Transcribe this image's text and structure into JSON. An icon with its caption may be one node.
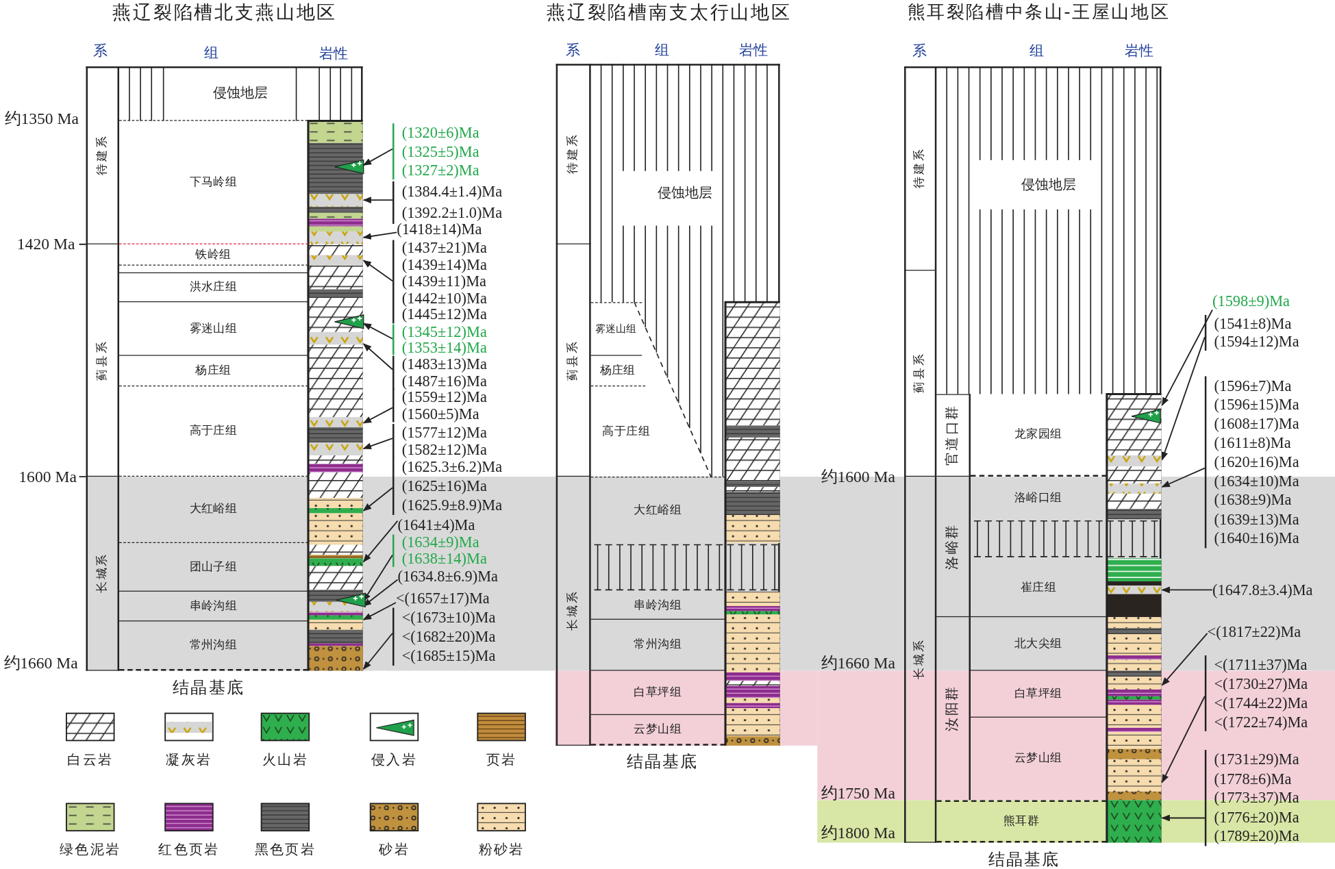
{
  "diagram": {
    "nodes": [
      {
        "text": [
          "燕辽裂陷槽北支燕山地区"
        ]
      },
      {
        "text": [
          "待建系"
        ],
        "in": 0
      },
      {
        "text": [
          "蓟县系"
        ],
        "in": 0
      },
      {
        "text": [
          "长城系"
        ],
        "in": 0
      },
      {
        "text": [
          "侵蚀地层"
        ],
        "in": 0
      },
      {
        "text": [
          "下马岭组"
        ],
        "in": 0
      },
      {
        "text": [
          "铁岭组"
        ],
        "in": 0
      },
      {
        "text": [
          "洪水庄组"
        ],
        "in": 0
      },
      {
        "text": [
          "雾迷山组"
        ],
        "in": 0
      },
      {
        "text": [
          "杨庄组"
        ],
        "in": 0
      },
      {
        "text": [
          "高于庄组"
        ],
        "in": 0
      },
      {
        "text": [
          "大红峪组"
        ],
        "in": 0
      },
      {
        "text": [
          "团山子组"
        ],
        "in": 0
      },
      {
        "text": [
          "串岭沟组"
        ],
        "in": 0
      },
      {
        "text": [
          "常州沟组"
        ],
        "in": 0
      },
      {
        "text": [
          "(1320±6)Ma",
          "(1325±5)Ma",
          "(1327±2)Ma"
        ]
      },
      {
        "text": [
          "(1384.4±1.4)Ma",
          "(1392.2±1.0)Ma"
        ]
      },
      {
        "text": [
          "(1418±14)Ma"
        ]
      },
      {
        "text": [
          "(1437±21)Ma",
          "(1439±14)Ma",
          "(1439±11)Ma",
          "(1442±10)Ma",
          "(1445±12)Ma"
        ]
      },
      {
        "text": [
          "(1345±12)Ma",
          "(1353±14)Ma"
        ]
      },
      {
        "text": [
          "(1483±13)Ma",
          "(1487±16)Ma"
        ]
      },
      {
        "text": [
          "(1559±12)Ma",
          "(1560±5)Ma"
        ]
      },
      {
        "text": [
          "(1577±12)Ma",
          "(1582±12)Ma"
        ]
      },
      {
        "text": [
          "(1625.3±6.2)Ma",
          "(1625±16)Ma",
          "(1625.9±8.9)Ma"
        ]
      },
      {
        "text": [
          "(1641±4)Ma"
        ]
      },
      {
        "text": [
          "(1634±9)Ma",
          "(1638±14)Ma"
        ]
      },
      {
        "text": [
          "(1634.8±6.9)Ma"
        ]
      },
      {
        "text": [
          "<(1657±17)Ma"
        ]
      },
      {
        "text": [
          "<(1673±10)Ma",
          "<(1682±20)Ma",
          "<(1685±15)Ma"
        ]
      },
      {
        "text": [
          "燕辽裂陷槽南支太行山地区"
        ]
      },
      {
        "text": [
          "待建系"
        ],
        "in": 29
      },
      {
        "text": [
          "蓟县系"
        ],
        "in": 29
      },
      {
        "text": [
          "长城系"
        ],
        "in": 29
      },
      {
        "text": [
          "侵蚀地层"
        ],
        "in": 29
      },
      {
        "text": [
          "雾迷山组"
        ],
        "in": 29
      },
      {
        "text": [
          "杨庄组"
        ],
        "in": 29
      },
      {
        "text": [
          "高于庄组"
        ],
        "in": 29
      },
      {
        "text": [
          "大红峪组"
        ],
        "in": 29
      },
      {
        "text": [
          "串岭沟组"
        ],
        "in": 29
      },
      {
        "text": [
          "常州沟组"
        ],
        "in": 29
      },
      {
        "text": [
          "白草坪组"
        ],
        "in": 29
      },
      {
        "text": [
          "云梦山组"
        ],
        "in": 29
      },
      {
        "text": [
          "熊耳裂陷槽中条山-王屋山地区"
        ]
      },
      {
        "text": [
          "待建系"
        ],
        "in": 42
      },
      {
        "text": [
          "蓟县系"
        ],
        "in": 42
      },
      {
        "text": [
          "长城系"
        ],
        "in": 42
      },
      {
        "text": [
          "侵蚀地层"
        ],
        "in": 42
      },
      {
        "text": [
          "官道口群"
        ],
        "in": 42
      },
      {
        "text": [
          "洛峪群"
        ],
        "in": 42
      },
      {
        "text": [
          "汝阳群"
        ],
        "in": 42
      },
      {
        "text": [
          "龙家园组"
        ],
        "in": 42
      },
      {
        "text": [
          "洛峪口组"
        ],
        "in": 42
      },
      {
        "text": [
          "崔庄组"
        ],
        "in": 42
      },
      {
        "text": [
          "北大尖组"
        ],
        "in": 42
      },
      {
        "text": [
          "白草坪组"
        ],
        "in": 42
      },
      {
        "text": [
          "云梦山组"
        ],
        "in": 42
      },
      {
        "text": [
          "熊耳群"
        ],
        "in": 42
      },
      {
        "text": [
          "(1598±9)Ma"
        ]
      },
      {
        "text": [
          "(1541±8)Ma",
          "(1594±12)Ma"
        ]
      },
      {
        "text": [
          "(1596±7)Ma",
          "(1596±15)Ma",
          "(1608±17)Ma",
          "(1611±8)Ma",
          "(1620±16)Ma",
          "(1634±10)Ma",
          "(1638±9)Ma",
          "(1639±13)Ma",
          "(1640±16)Ma"
        ]
      },
      {
        "text": [
          "(1647.8±3.4)Ma"
        ]
      },
      {
        "text": [
          "<(1817±22)Ma"
        ]
      },
      {
        "text": [
          "<(1711±37)Ma",
          "<(1730±27)Ma",
          "<(1744±22)Ma",
          "<(1722±74)Ma"
        ]
      },
      {
        "text": [
          "(1731±29)Ma",
          "(1778±6)Ma",
          "(1773±37)Ma",
          "(1776±20)Ma",
          "(1789±20)Ma"
        ]
      },
      {
        "text": [],
        "shape": "bar",
        "in": 0
      },
      {
        "text": [],
        "shape": "bar",
        "in": 29
      },
      {
        "text": [],
        "shape": "bar",
        "in": 42
      }
    ],
    "edges": [
      {
        "from": 15,
        "to": 64,
        "arrow": "to"
      },
      {
        "from": 16,
        "to": 64,
        "arrow": "to"
      },
      {
        "from": 17,
        "to": 64,
        "arrow": "to"
      },
      {
        "from": 18,
        "to": 64,
        "arrow": "to"
      },
      {
        "from": 19,
        "to": 64,
        "arrow": "to"
      },
      {
        "from": 20,
        "to": 64,
        "arrow": "to"
      },
      {
        "from": 21,
        "to": 64,
        "arrow": "to"
      },
      {
        "from": 22,
        "to": 64,
        "arrow": "to"
      },
      {
        "from": 23,
        "to": 64,
        "arrow": "to"
      },
      {
        "from": 24,
        "to": 64,
        "arrow": "to"
      },
      {
        "from": 25,
        "to": 64,
        "arrow": "to"
      },
      {
        "from": 26,
        "to": 64,
        "arrow": "to"
      },
      {
        "from": 27,
        "to": 64,
        "arrow": "to"
      },
      {
        "from": 28,
        "to": 64,
        "arrow": "to"
      },
      {
        "from": 57,
        "to": 66,
        "arrow": "to"
      },
      {
        "from": 58,
        "to": 66,
        "arrow": "to"
      },
      {
        "from": 59,
        "to": 66,
        "arrow": "to"
      },
      {
        "from": 60,
        "to": 66,
        "arrow": "to"
      },
      {
        "from": 61,
        "to": 66,
        "arrow": "to"
      },
      {
        "from": 62,
        "to": 66,
        "arrow": "to"
      },
      {
        "from": 63,
        "to": 66,
        "arrow": "to"
      }
    ],
    "labels": [
      "系",
      "组",
      "岩性",
      "系",
      "组",
      "岩性",
      "系",
      "组",
      "岩性",
      "约1350 Ma",
      "1420 Ma",
      "1600 Ma",
      "约1660 Ma",
      "结晶基底",
      "结晶基底",
      "约1600 Ma",
      "约1660 Ma",
      "约1750 Ma",
      "约1800 Ma",
      "结晶基底"
    ],
    "legend": [
      {
        "text": "白云岩"
      },
      {
        "text": "凝灰岩"
      },
      {
        "text": "火山岩"
      },
      {
        "text": "侵入岩"
      },
      {
        "text": "页岩"
      },
      {
        "text": "绿色泥岩"
      },
      {
        "text": "红色页岩"
      },
      {
        "text": "黑色页岩"
      },
      {
        "text": "砂岩"
      },
      {
        "text": "粉砂岩"
      }
    ]
  }
}
